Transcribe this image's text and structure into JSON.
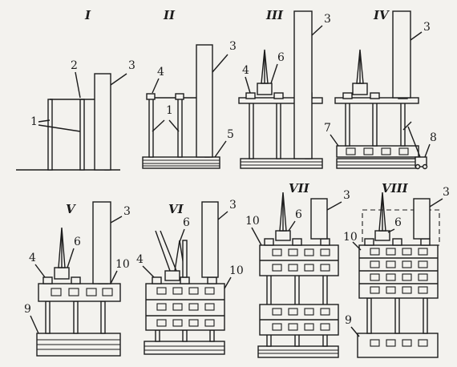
{
  "stages": [
    "I",
    "II",
    "III",
    "IV",
    "V",
    "VI",
    "VII",
    "VIII"
  ],
  "labels": {
    "columns": "1",
    "pole": "2",
    "tower": "3",
    "jack": "4",
    "foundation": "5",
    "crane": "6",
    "slab": "7",
    "winch": "8",
    "base": "9",
    "floor": "10"
  }
}
